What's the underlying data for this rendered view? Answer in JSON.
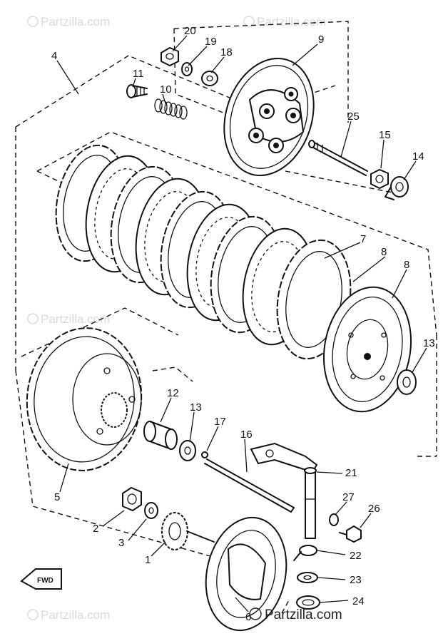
{
  "watermark": {
    "text": "Partzilla.com",
    "symbol": "©"
  },
  "brand": {
    "text": "Partzilla.com",
    "symbol": "©"
  },
  "fwd_label": "FWD",
  "callouts": [
    "1",
    "2",
    "3",
    "4",
    "5",
    "6",
    "7",
    "8",
    "8",
    "9",
    "10",
    "11",
    "12",
    "13",
    "13",
    "14",
    "15",
    "16",
    "17",
    "18",
    "19",
    "20",
    "21",
    "22",
    "23",
    "24",
    "25",
    "26",
    "27"
  ]
}
